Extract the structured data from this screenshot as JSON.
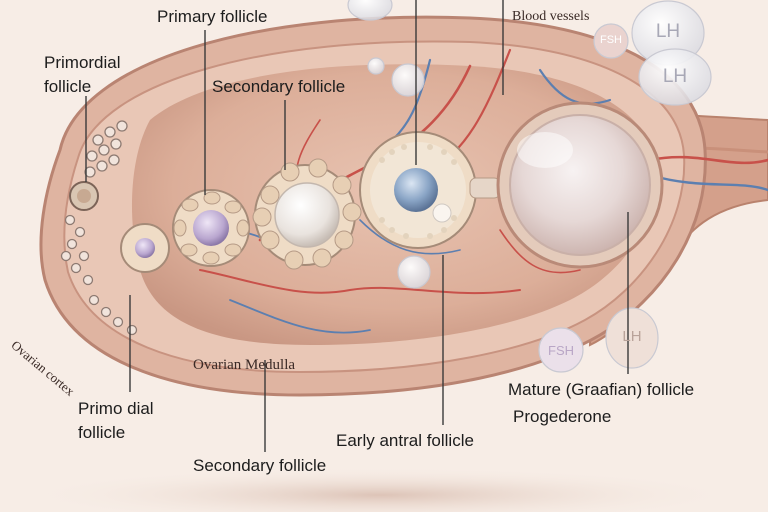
{
  "labels": {
    "primary_follicle_top": "Primary follicle",
    "primordial_follicle_top": "Primordial follicle",
    "secondary_follicle_top": "Secondary follicle",
    "blood_vessels": "Blood vessels",
    "ovarian_cortex": "Ovarian cortex",
    "ovarian_medulla": "Ovarian Medulla",
    "primodial_follicle_bottom": "Primo dial follicle",
    "secondary_follicle_bottom": "Secondary follicle",
    "early_antral_follicle": "Early antral follicle",
    "mature_graafian_follicle": "Mature (Graafian) follicle",
    "progederone": "Progederone"
  },
  "hormones": {
    "fsh_top": "FSH",
    "lh_top_1": "LH",
    "lh_top_2": "LH",
    "fsh_bottom": "FSH",
    "lh_bottom": "LH"
  },
  "colors": {
    "background": "#f7ede6",
    "ovary_tissue": "#e2b9a4",
    "cortex_band": "#d9a993",
    "artery": "#c8514a",
    "vein": "#5c7fb0",
    "oocyte_purple": "#b9a6cf",
    "oocyte_blue": "#8aa5c6",
    "hormone_bubble": "#e7e7ec"
  }
}
